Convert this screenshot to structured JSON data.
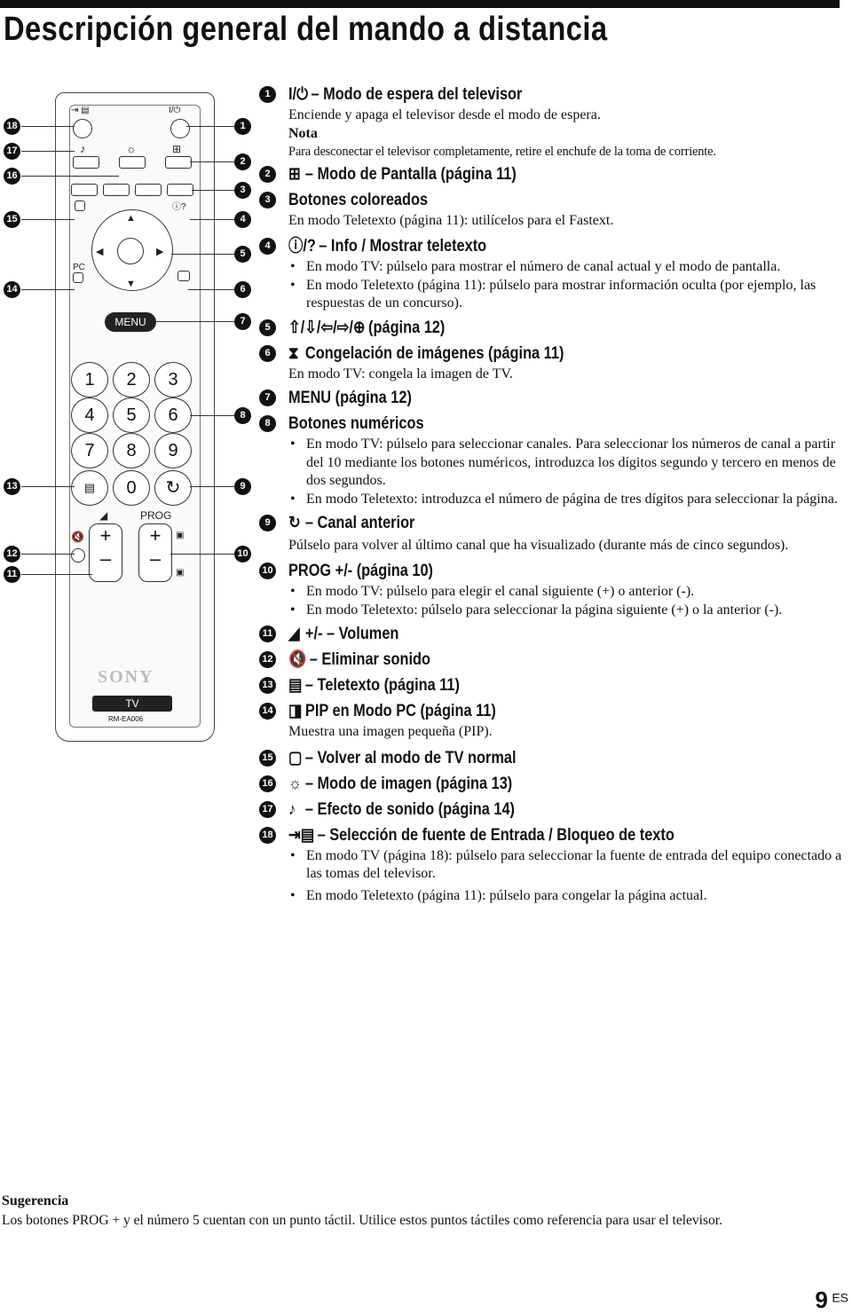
{
  "page": {
    "title": "Descripción general del mando a distancia",
    "page_number": "9",
    "language": "ES"
  },
  "remote": {
    "menu_label": "MENU",
    "pc_label": "PC",
    "prog_label": "PROG",
    "digits": [
      "1",
      "2",
      "3",
      "4",
      "5",
      "6",
      "7",
      "8",
      "9",
      "0"
    ],
    "logo": "SONY",
    "tv_label": "TV",
    "model": "RM-EA006",
    "left_callouts": [
      "18",
      "17",
      "16",
      "15",
      "14",
      "13",
      "12",
      "11"
    ],
    "right_callouts": [
      "1",
      "2",
      "3",
      "4",
      "5",
      "6",
      "7",
      "8",
      "9",
      "10"
    ]
  },
  "items": [
    {
      "num": "1",
      "icon": "I/⏻",
      "heading": "– Modo de espera del televisor",
      "body": "Enciende y apaga el televisor desde el modo de espera.",
      "note_title": "Nota",
      "note_body": "Para desconectar el televisor completamente, retire el enchufe de la toma de corriente."
    },
    {
      "num": "2",
      "icon": "⊞",
      "heading": "– Modo de Pantalla (página 11)"
    },
    {
      "num": "3",
      "icon": "",
      "heading": "Botones coloreados",
      "body": "En modo Teletexto (página 11): utilícelos para el Fastext."
    },
    {
      "num": "4",
      "icon": "ⓘ/?",
      "heading": "– Info / Mostrar teletexto",
      "bullets": [
        "En modo TV: púlselo para mostrar el número de canal actual y el modo de pantalla.",
        "En modo Teletexto (página 11): púlselo para mostrar información oculta (por ejemplo, las respuestas de un concurso)."
      ]
    },
    {
      "num": "5",
      "icon": "⇧/⇩/⇦/⇨/⊕",
      "heading": "(página 12)"
    },
    {
      "num": "6",
      "icon": "⧗",
      "heading": "Congelación de imágenes (página 11)",
      "body": "En modo TV: congela la imagen de TV."
    },
    {
      "num": "7",
      "icon": "",
      "heading": "MENU (página 12)"
    },
    {
      "num": "8",
      "icon": "",
      "heading": "Botones numéricos",
      "bullets": [
        "En modo TV: púlselo para seleccionar canales. Para seleccionar los números de canal a partir del 10 mediante los botones numéricos, introduzca los dígitos segundo y tercero en menos de dos segundos.",
        "En modo Teletexto: introduzca el número de página de tres dígitos para seleccionar la página."
      ]
    },
    {
      "num": "9",
      "icon": "↻",
      "heading": "– Canal anterior",
      "body": "Púlselo para volver al último canal que ha visualizado (durante más de cinco segundos)."
    },
    {
      "num": "10",
      "icon": "",
      "heading": "PROG +/- (página 10)",
      "bullets": [
        "En modo TV: púlselo para elegir el canal siguiente (+) o anterior (-).",
        "En modo Teletexto: púlselo para seleccionar la página siguiente (+) o la anterior (-)."
      ]
    },
    {
      "num": "11",
      "icon": "◢",
      "heading": "+/- – Volumen"
    },
    {
      "num": "12",
      "icon": "🔇",
      "heading": "– Eliminar sonido"
    },
    {
      "num": "13",
      "icon": "▤",
      "heading": "– Teletexto (página 11)"
    },
    {
      "num": "14",
      "icon": "◨",
      "heading": "PIP en Modo PC (página 11)",
      "body": "Muestra una imagen pequeña (PIP)."
    },
    {
      "num": "15",
      "icon": "▢",
      "heading": "– Volver al modo de TV normal"
    },
    {
      "num": "16",
      "icon": "☼",
      "heading": "– Modo de imagen (página 13)"
    },
    {
      "num": "17",
      "icon": "♪",
      "heading": "– Efecto de sonido (página 14)"
    },
    {
      "num": "18",
      "icon": "⇥▤",
      "heading": "– Selección de fuente de Entrada / Bloqueo de texto",
      "bullets": [
        "En modo TV (página 18): púlselo para seleccionar la fuente de entrada del equipo conectado a las tomas del televisor.",
        "En modo Teletexto (página 11): púlselo para congelar la página actual."
      ]
    }
  ],
  "tip": {
    "title": "Sugerencia",
    "body": "Los botones PROG + y el número 5 cuentan con un punto táctil. Utilice estos puntos táctiles como referencia para usar  el televisor."
  }
}
